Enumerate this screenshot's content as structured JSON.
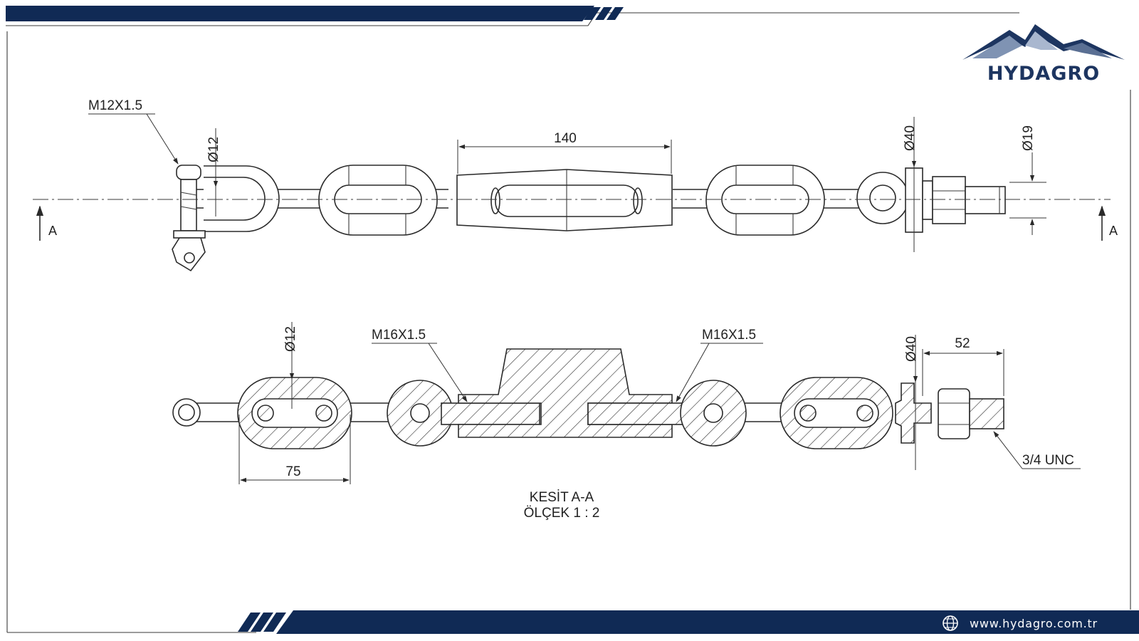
{
  "brand": {
    "name": "HYDAGRO",
    "website": "www.hydagro.com.tr"
  },
  "colors": {
    "navy": "#102a55",
    "ink": "#2a2a2a",
    "background": "#ffffff"
  },
  "icons": {
    "logo": "mountain-logo-icon",
    "web": "globe-icon"
  },
  "section_marker": "A",
  "top_view": {
    "thread_label": "M12X1.5",
    "pin_diameter": "Ø12",
    "sleeve_length": "140",
    "washer_diameter": "Ø40",
    "bolt_diameter": "Ø19"
  },
  "section_view": {
    "link_diameter": "Ø12",
    "thread_left": "M16X1.5",
    "thread_right": "M16X1.5",
    "washer_diameter": "Ø40",
    "bolt_length": "52",
    "link_length": "75",
    "bolt_thread": "3/4 UNC",
    "caption_line1": "KESİT A-A",
    "caption_line2": "ÖLÇEK 1 : 2"
  }
}
